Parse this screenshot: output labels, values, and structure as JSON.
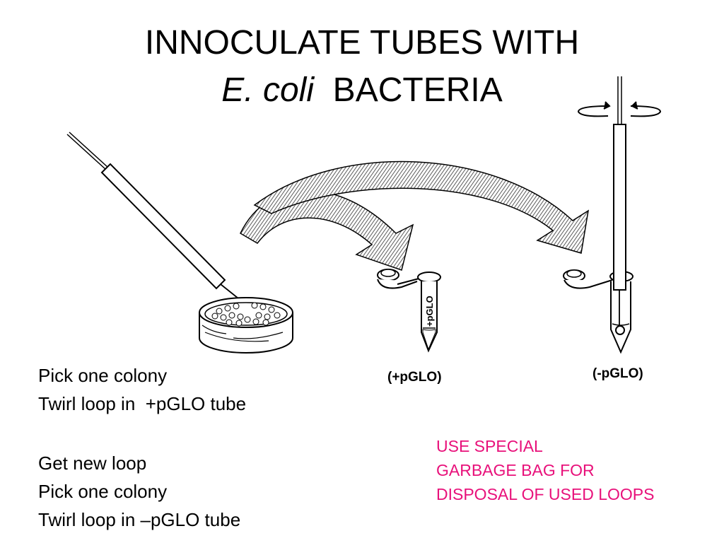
{
  "title": {
    "line1": "INNOCULATE TUBES WITH",
    "line2_italic": "E. coli",
    "line2_rest": "BACTERIA"
  },
  "tube_text": "+pGLO",
  "labels": {
    "plus": "(+pGLO)",
    "minus": "(-pGLO)"
  },
  "steps_group1": [
    "Pick one colony",
    "Twirl loop in  +pGLO tube"
  ],
  "steps_group2": [
    "Get new loop",
    "Pick one colony",
    "Twirl loop in –pGLO tube"
  ],
  "warning": {
    "lines": [
      "USE SPECIAL",
      "GARBAGE BAG FOR",
      "DISPOSAL OF USED LOOPS"
    ],
    "color": "#e8107a"
  }
}
